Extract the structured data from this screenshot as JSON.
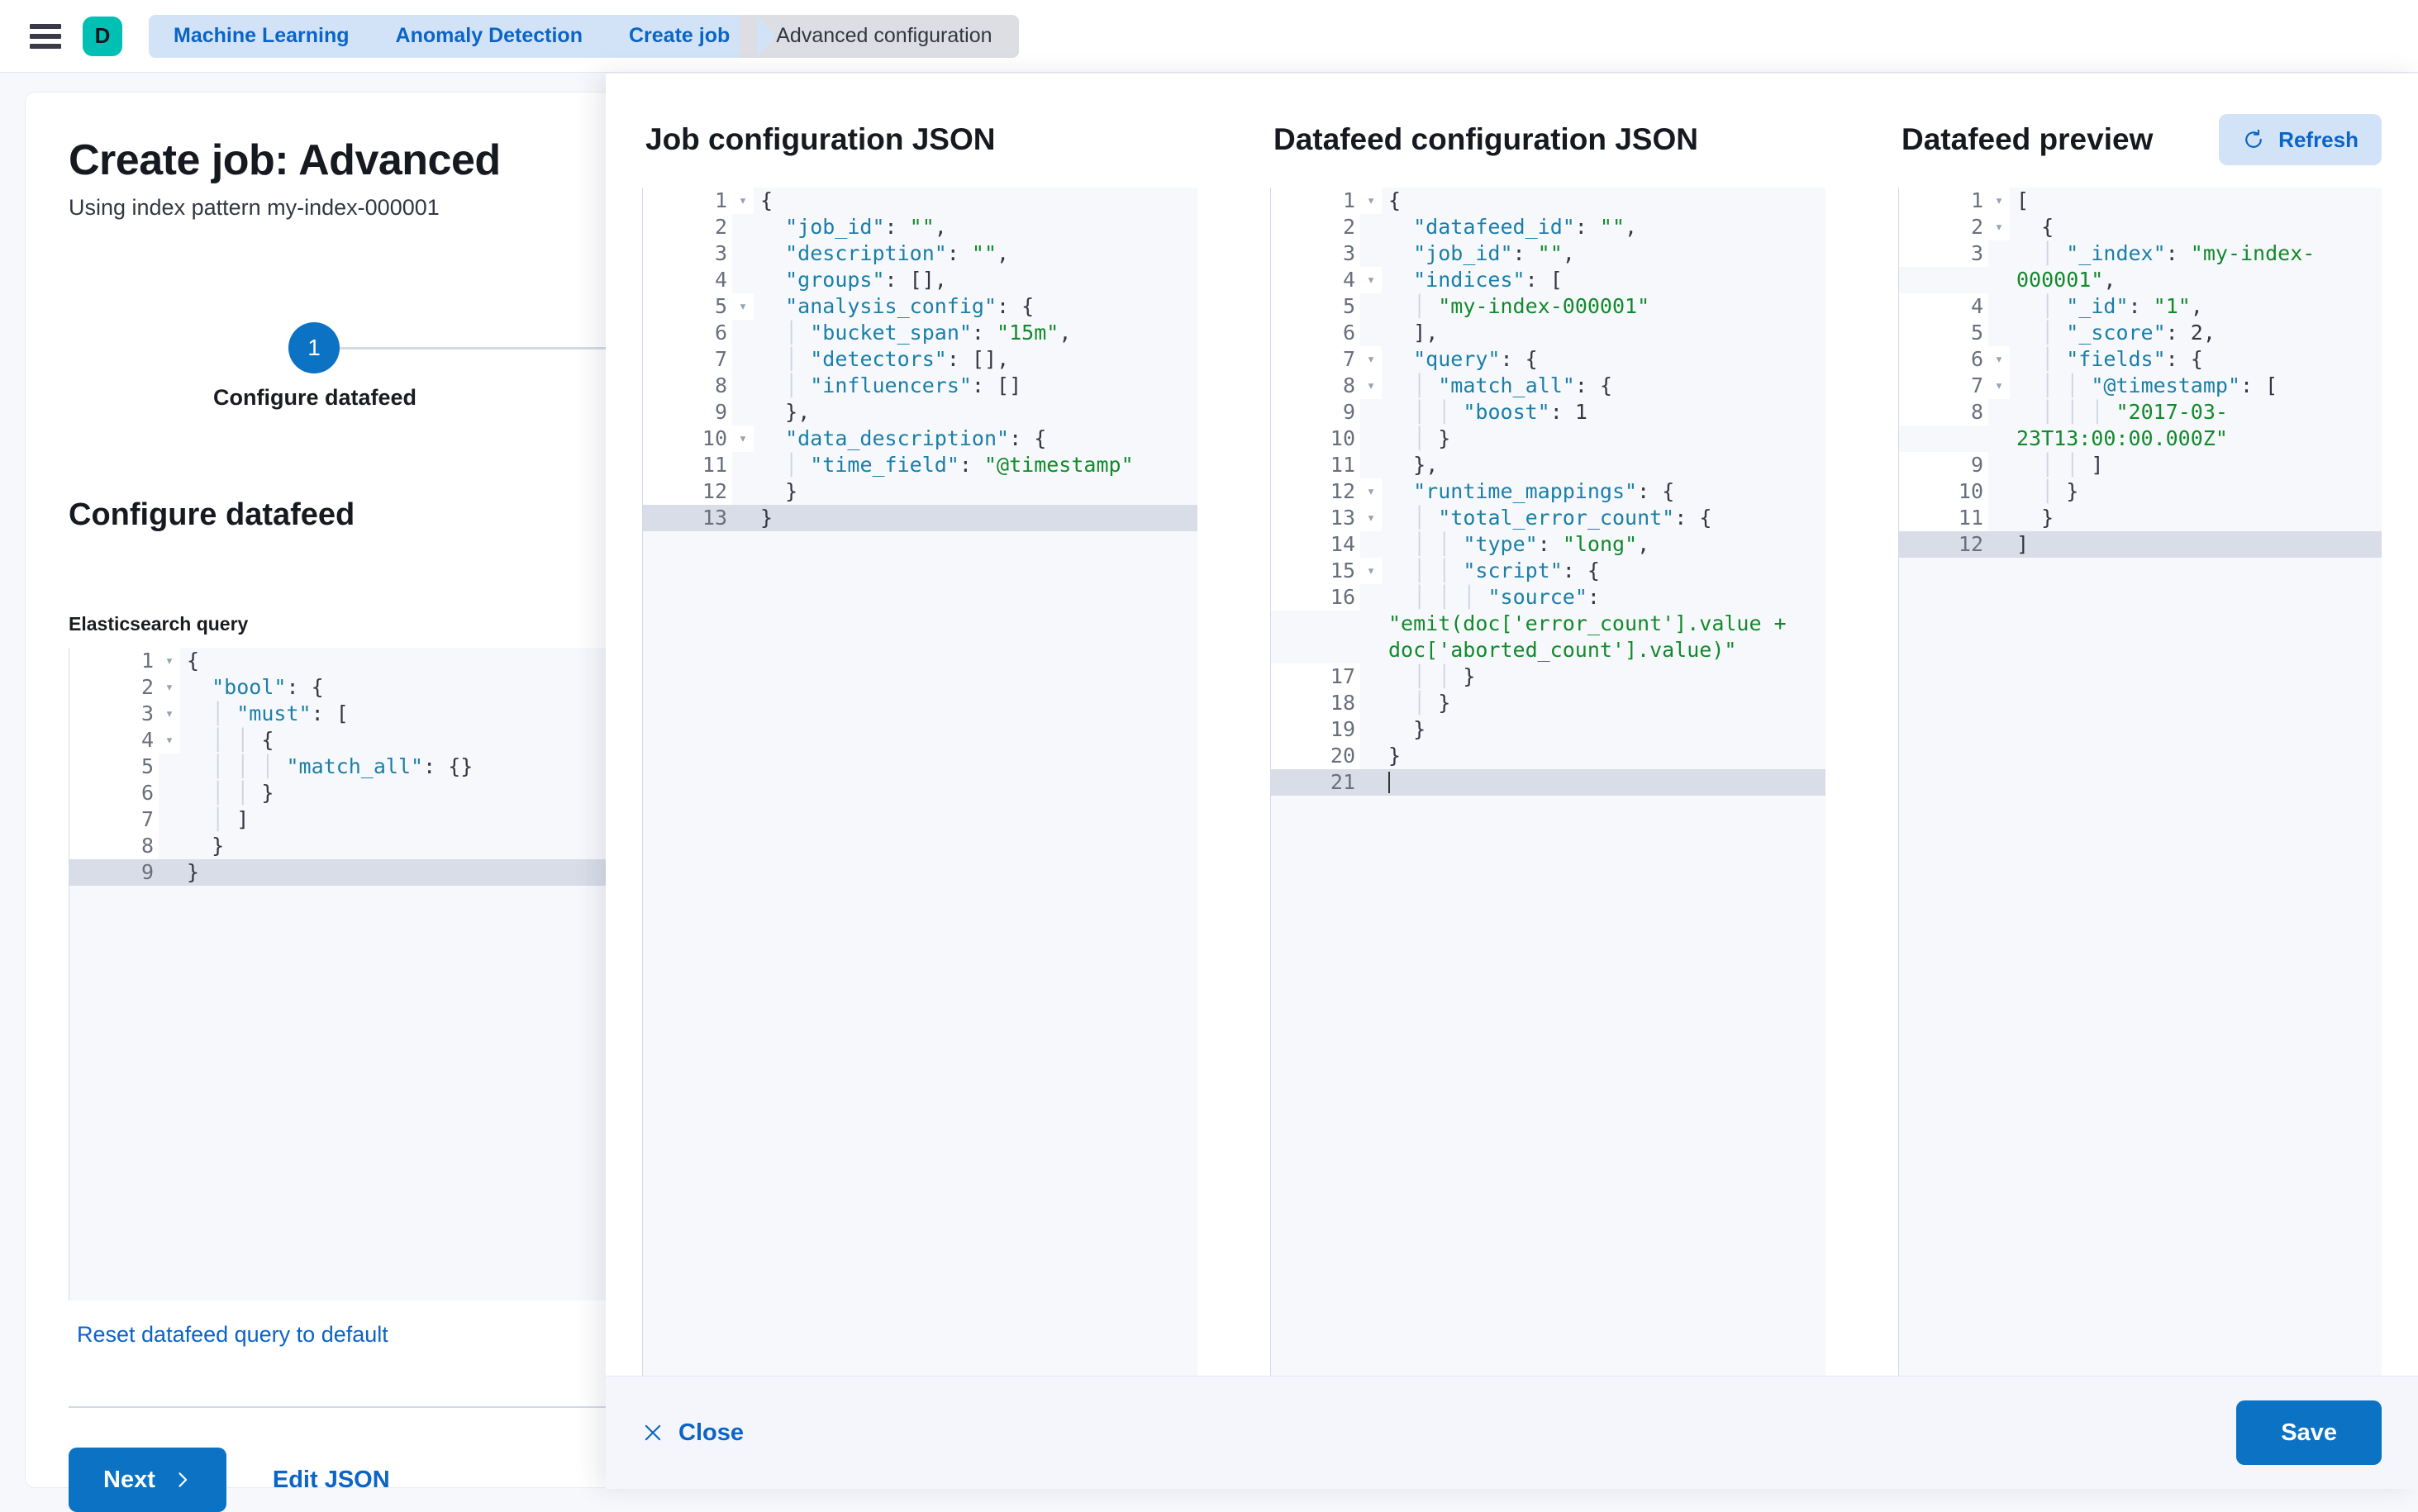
{
  "header": {
    "menu_icon": "hamburger-icon",
    "space_avatar_letter": "D",
    "breadcrumbs": [
      {
        "label": "Machine Learning",
        "current": false
      },
      {
        "label": "Anomaly Detection",
        "current": false
      },
      {
        "label": "Create job",
        "current": false
      },
      {
        "label": "Advanced configuration",
        "current": true
      }
    ]
  },
  "wizard": {
    "title": "Create job: Advanced",
    "subtitle": "Using index pattern my-index-000001",
    "step_number": "1",
    "step_label": "Configure datafeed",
    "section_title": "Configure datafeed",
    "query_label": "Elasticsearch query",
    "reset_link": "Reset datafeed query to default",
    "next_label": "Next",
    "edit_json_label": "Edit JSON",
    "query_editor_lines": [
      {
        "n": "1",
        "fold": true,
        "text": "{",
        "active": false
      },
      {
        "n": "2",
        "fold": true,
        "text": "  \"bool\": {",
        "active": false
      },
      {
        "n": "3",
        "fold": true,
        "text": "  │ \"must\": [",
        "active": false
      },
      {
        "n": "4",
        "fold": true,
        "text": "  │ │ {",
        "active": false
      },
      {
        "n": "5",
        "fold": false,
        "text": "  │ │ │ \"match_all\": {}",
        "active": false
      },
      {
        "n": "6",
        "fold": false,
        "text": "  │ │ }",
        "active": false
      },
      {
        "n": "7",
        "fold": false,
        "text": "  │ ]",
        "active": false
      },
      {
        "n": "8",
        "fold": false,
        "text": "  }",
        "active": false
      },
      {
        "n": "9",
        "fold": false,
        "text": "}",
        "active": true
      }
    ]
  },
  "flyout": {
    "columns": [
      {
        "title": "Job configuration JSON",
        "lines": [
          {
            "n": "1",
            "fold": true,
            "text": "{",
            "active": false
          },
          {
            "n": "2",
            "fold": false,
            "text": "  \"job_id\": \"\",",
            "active": false
          },
          {
            "n": "3",
            "fold": false,
            "text": "  \"description\": \"\",",
            "active": false
          },
          {
            "n": "4",
            "fold": false,
            "text": "  \"groups\": [],",
            "active": false
          },
          {
            "n": "5",
            "fold": true,
            "text": "  \"analysis_config\": {",
            "active": false
          },
          {
            "n": "6",
            "fold": false,
            "text": "  │ \"bucket_span\": \"15m\",",
            "active": false
          },
          {
            "n": "7",
            "fold": false,
            "text": "  │ \"detectors\": [],",
            "active": false
          },
          {
            "n": "8",
            "fold": false,
            "text": "  │ \"influencers\": []",
            "active": false
          },
          {
            "n": "9",
            "fold": false,
            "text": "  },",
            "active": false
          },
          {
            "n": "10",
            "fold": true,
            "text": "  \"data_description\": {",
            "active": false
          },
          {
            "n": "11",
            "fold": false,
            "text": "  │ \"time_field\": \"@timestamp\"",
            "active": false
          },
          {
            "n": "12",
            "fold": false,
            "text": "  }",
            "active": false
          },
          {
            "n": "13",
            "fold": false,
            "text": "}",
            "active": true
          }
        ]
      },
      {
        "title": "Datafeed configuration JSON",
        "lines": [
          {
            "n": "1",
            "fold": true,
            "text": "{",
            "active": false
          },
          {
            "n": "2",
            "fold": false,
            "text": "  \"datafeed_id\": \"\",",
            "active": false
          },
          {
            "n": "3",
            "fold": false,
            "text": "  \"job_id\": \"\",",
            "active": false
          },
          {
            "n": "4",
            "fold": true,
            "text": "  \"indices\": [",
            "active": false
          },
          {
            "n": "5",
            "fold": false,
            "text": "  │ \"my-index-000001\"",
            "active": false
          },
          {
            "n": "6",
            "fold": false,
            "text": "  ],",
            "active": false
          },
          {
            "n": "7",
            "fold": true,
            "text": "  \"query\": {",
            "active": false
          },
          {
            "n": "8",
            "fold": true,
            "text": "  │ \"match_all\": {",
            "active": false
          },
          {
            "n": "9",
            "fold": false,
            "text": "  │ │ \"boost\": 1",
            "active": false
          },
          {
            "n": "10",
            "fold": false,
            "text": "  │ }",
            "active": false
          },
          {
            "n": "11",
            "fold": false,
            "text": "  },",
            "active": false
          },
          {
            "n": "12",
            "fold": true,
            "text": "  \"runtime_mappings\": {",
            "active": false
          },
          {
            "n": "13",
            "fold": true,
            "text": "  │ \"total_error_count\": {",
            "active": false
          },
          {
            "n": "14",
            "fold": false,
            "text": "  │ │ \"type\": \"long\",",
            "active": false
          },
          {
            "n": "15",
            "fold": true,
            "text": "  │ │ \"script\": {",
            "active": false
          },
          {
            "n": "16",
            "fold": false,
            "text": "  │ │ │ \"source\": \"emit(doc['error_count'].value + doc['aborted_count'].value)\"",
            "active": false
          },
          {
            "n": "17",
            "fold": false,
            "text": "  │ │ }",
            "active": false
          },
          {
            "n": "18",
            "fold": false,
            "text": "  │ }",
            "active": false
          },
          {
            "n": "19",
            "fold": false,
            "text": "  }",
            "active": false
          },
          {
            "n": "20",
            "fold": false,
            "text": "}",
            "active": false
          },
          {
            "n": "21",
            "fold": false,
            "text": "",
            "active": true,
            "caret": true
          }
        ]
      },
      {
        "title": "Datafeed preview",
        "refresh_label": "Refresh",
        "refresh_icon": "refresh-icon",
        "lines": [
          {
            "n": "1",
            "fold": true,
            "text": "[",
            "active": false
          },
          {
            "n": "2",
            "fold": true,
            "text": "  {",
            "active": false
          },
          {
            "n": "3",
            "fold": false,
            "text": "  │ \"_index\": \"my-index-000001\",",
            "active": false
          },
          {
            "n": "4",
            "fold": false,
            "text": "  │ \"_id\": \"1\",",
            "active": false
          },
          {
            "n": "5",
            "fold": false,
            "text": "  │ \"_score\": 2,",
            "active": false
          },
          {
            "n": "6",
            "fold": true,
            "text": "  │ \"fields\": {",
            "active": false
          },
          {
            "n": "7",
            "fold": true,
            "text": "  │ │ \"@timestamp\": [",
            "active": false
          },
          {
            "n": "8",
            "fold": false,
            "text": "  │ │ │ \"2017-03-23T13:00:00.000Z\"",
            "active": false
          },
          {
            "n": "9",
            "fold": false,
            "text": "  │ │ ]",
            "active": false
          },
          {
            "n": "10",
            "fold": false,
            "text": "  │ }",
            "active": false
          },
          {
            "n": "11",
            "fold": false,
            "text": "  }",
            "active": false
          },
          {
            "n": "12",
            "fold": false,
            "text": "]",
            "active": true
          }
        ]
      }
    ],
    "footer": {
      "close_label": "Close",
      "close_icon": "close-icon",
      "save_label": "Save"
    }
  },
  "colors": {
    "accent_blue": "#0b72c4",
    "link_blue": "#0b64c6",
    "space_teal": "#00bfb3",
    "json_key": "#1a7fa8",
    "json_string": "#128a2b",
    "active_line": "#d8dde8"
  }
}
